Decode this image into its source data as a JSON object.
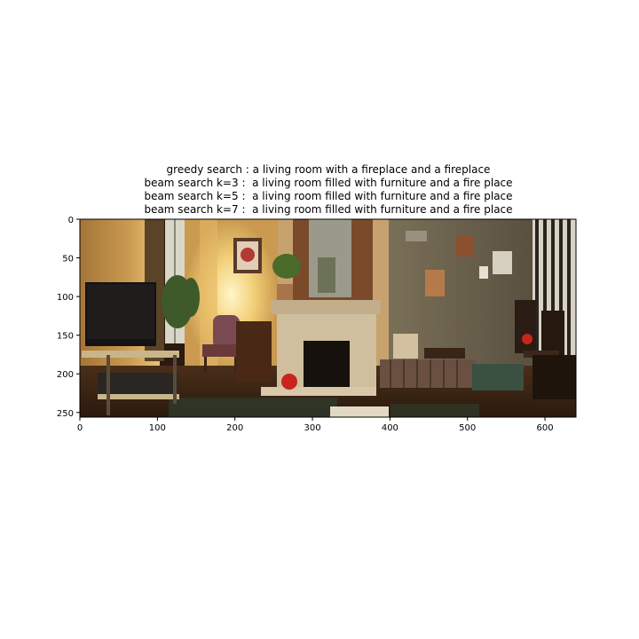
{
  "title_lines": [
    "greedy search : a living room with a fireplace and a fireplace",
    "beam search k=3 :  a living room filled with furniture and a fire place",
    "beam search k=5 :  a living room filled with furniture and a fire place",
    "beam search k=7 :  a living room filled with furniture and a fire place"
  ],
  "axes": {
    "x_ticks": [
      "0",
      "100",
      "200",
      "300",
      "400",
      "500",
      "600"
    ],
    "y_ticks": [
      "0",
      "50",
      "100",
      "150",
      "200",
      "250"
    ]
  },
  "image": {
    "subject": "living-room-panorama",
    "palette": {
      "left_wall": "#b8874a",
      "lamp_glow": "#f3d27a",
      "right_wall": "#6b6450",
      "floor": "#3a2516",
      "fireplace": "#c9b79a",
      "firebox": "#1a1410"
    }
  }
}
